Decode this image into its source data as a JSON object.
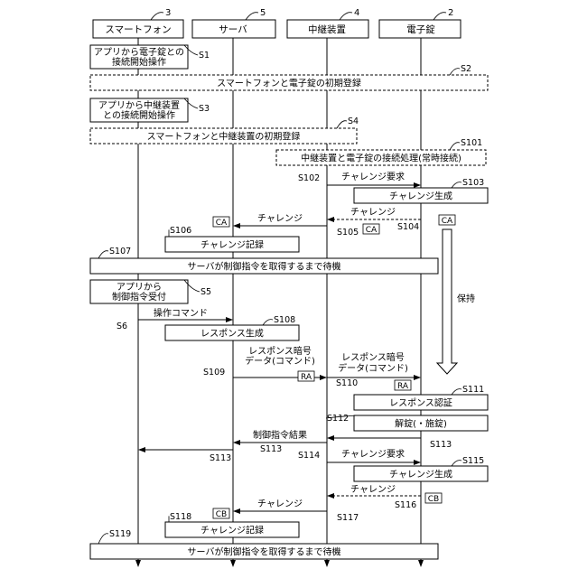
{
  "actors": [
    {
      "id": "phone",
      "name": "スマートフォン",
      "num": "3"
    },
    {
      "id": "server",
      "name": "サーバ",
      "num": "5"
    },
    {
      "id": "relay",
      "name": "中継装置",
      "num": "4"
    },
    {
      "id": "lock",
      "name": "電子錠",
      "num": "2"
    }
  ],
  "boxes": [
    {
      "id": "s1",
      "lines": [
        "アプリから電子錠との",
        "接続開始操作"
      ],
      "step": "S1"
    },
    {
      "id": "s2",
      "lines": [
        "スマートフォンと電子錠の初期登録"
      ],
      "step": "S2"
    },
    {
      "id": "s3",
      "lines": [
        "アプリから中継装置",
        "との接続開始操作"
      ],
      "step": "S3"
    },
    {
      "id": "s4",
      "lines": [
        "スマートフォンと中継装置の初期登録"
      ],
      "step": "S4"
    },
    {
      "id": "s101",
      "lines": [
        "中継装置と電子錠の接続処理(常時接続)"
      ],
      "step": "S101"
    },
    {
      "id": "s103",
      "lines": [
        "チャレンジ生成"
      ],
      "step": "S103"
    },
    {
      "id": "s106",
      "lines": [
        "チャレンジ記録"
      ],
      "step": "S106"
    },
    {
      "id": "s107",
      "lines": [
        "サーバが制御指令を取得するまで待機"
      ],
      "step": "S107"
    },
    {
      "id": "s5",
      "lines": [
        "アプリから",
        "制御指令受付"
      ],
      "step": "S5"
    },
    {
      "id": "s108",
      "lines": [
        "レスポンス生成"
      ],
      "step": "S108"
    },
    {
      "id": "s111",
      "lines": [
        "レスポンス認証"
      ],
      "step": "S111"
    },
    {
      "id": "s112",
      "lines": [
        "解錠(・施錠)"
      ],
      "step": "S112"
    },
    {
      "id": "s115",
      "lines": [
        "チャレンジ生成"
      ],
      "step": "S115"
    },
    {
      "id": "s118",
      "lines": [
        "チャレンジ記録"
      ],
      "step": "S118"
    },
    {
      "id": "s119",
      "lines": [
        "サーバが制御指令を取得するまで待機"
      ],
      "step": "S119"
    }
  ],
  "arrows": [
    {
      "id": "s102",
      "lines": [
        "チャレンジ要求"
      ],
      "step": "S102"
    },
    {
      "id": "s104",
      "lines": [
        "チャレンジ"
      ],
      "step": "S104",
      "tag": "CA"
    },
    {
      "id": "s105",
      "lines": [
        "チャレンジ"
      ],
      "step": "S105",
      "tag": "CA"
    },
    {
      "id": "s6",
      "lines": [
        "操作コマンド"
      ],
      "step": "S6"
    },
    {
      "id": "s109",
      "lines": [
        "レスポンス暗号",
        "データ(コマンド)"
      ],
      "step": "S109",
      "tag": "RA"
    },
    {
      "id": "s110",
      "lines": [
        "レスポンス暗号",
        "データ(コマンド)"
      ],
      "step": "S110",
      "tag": "RA"
    },
    {
      "id": "s113a",
      "lines": [
        "制御指令結果"
      ],
      "step": "S113"
    },
    {
      "id": "s113b",
      "lines": [],
      "step": "S113"
    },
    {
      "id": "s113c",
      "lines": [],
      "step": "S113"
    },
    {
      "id": "s114",
      "lines": [
        "チャレンジ要求"
      ],
      "step": "S114"
    },
    {
      "id": "s116",
      "lines": [
        "チャレンジ"
      ],
      "step": "S116",
      "tag": "CB"
    },
    {
      "id": "s117",
      "lines": [
        "チャレンジ"
      ],
      "step": "S117",
      "tag": "CB"
    }
  ],
  "hold": {
    "label": "保持",
    "tag": "CA"
  }
}
